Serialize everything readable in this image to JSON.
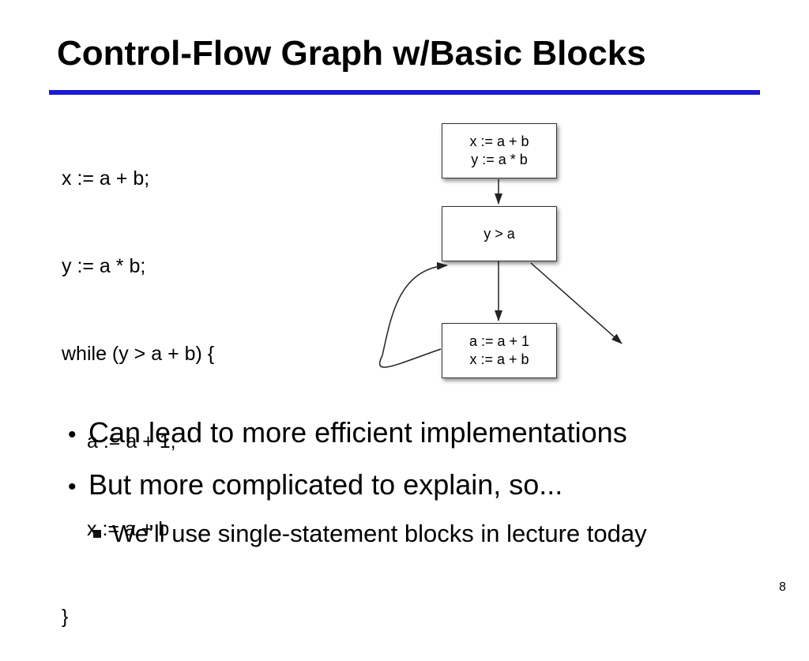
{
  "title": "Control-Flow Graph w/Basic Blocks",
  "code_lines": [
    "x := a + b;",
    "y := a * b;",
    "while (y > a + b) {",
    "a := a + 1;",
    "x := a + b",
    "}"
  ],
  "graph": {
    "block1_lines": [
      "x := a + b",
      "y := a * b"
    ],
    "block2_lines": [
      "y > a"
    ],
    "block3_lines": [
      "a := a + 1",
      "x := a + b"
    ]
  },
  "bullets": [
    "Can lead to more efficient implementations",
    "But more complicated to explain, so..."
  ],
  "sub_bullet": "We’ll use single-statement blocks in lecture today",
  "page_number": "8",
  "colors": {
    "rule": "#1a1ad4"
  }
}
